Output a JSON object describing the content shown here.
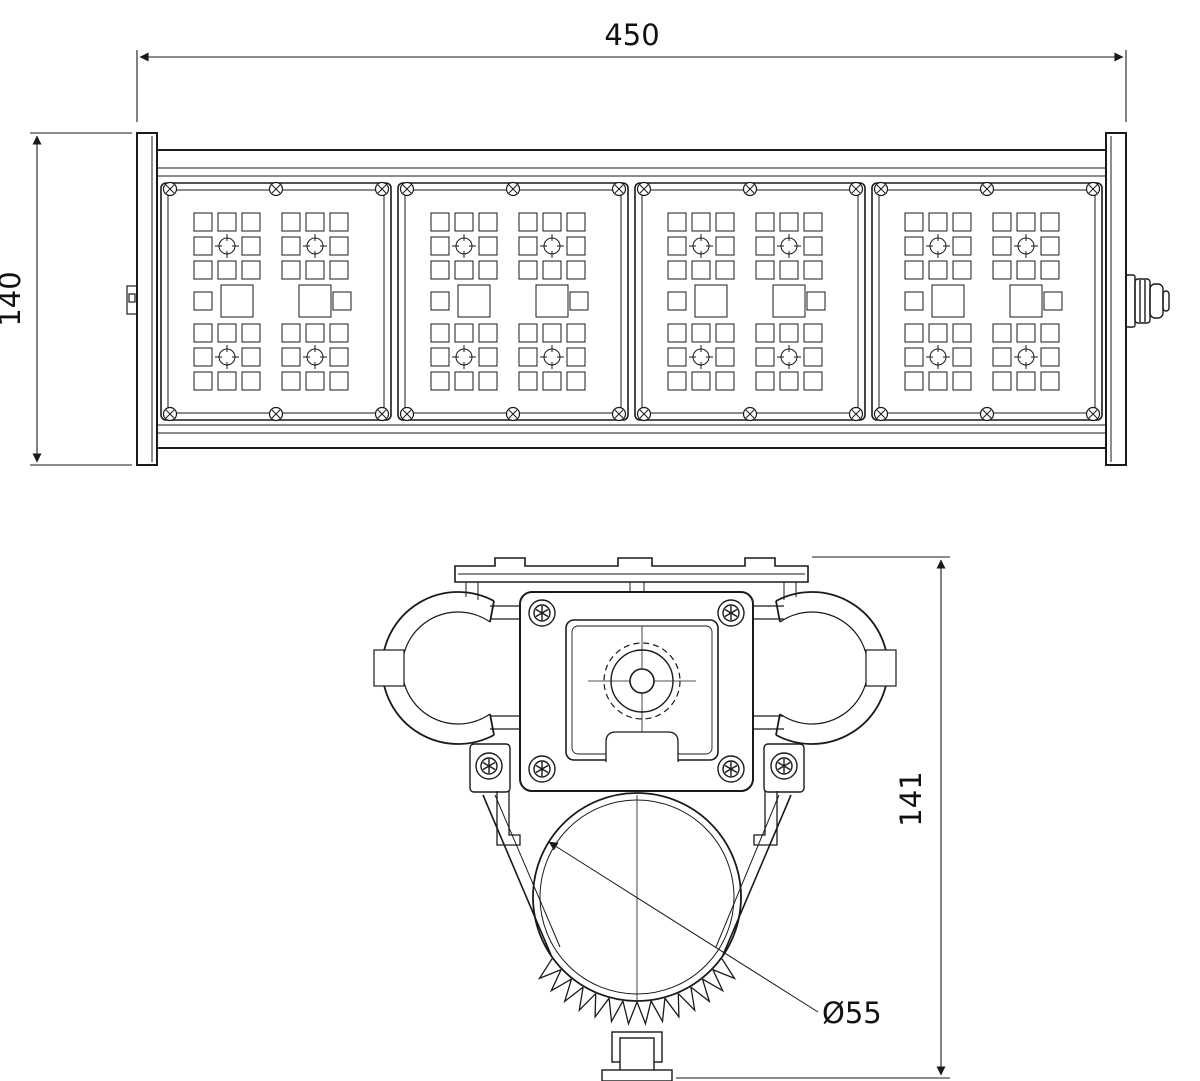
{
  "page": {
    "background": "#ffffff",
    "line_color": "#1a1a1a"
  },
  "dimensions": {
    "overall_length": "450",
    "overall_height": "140",
    "section_height": "141",
    "tube_diameter": "Ø55"
  }
}
